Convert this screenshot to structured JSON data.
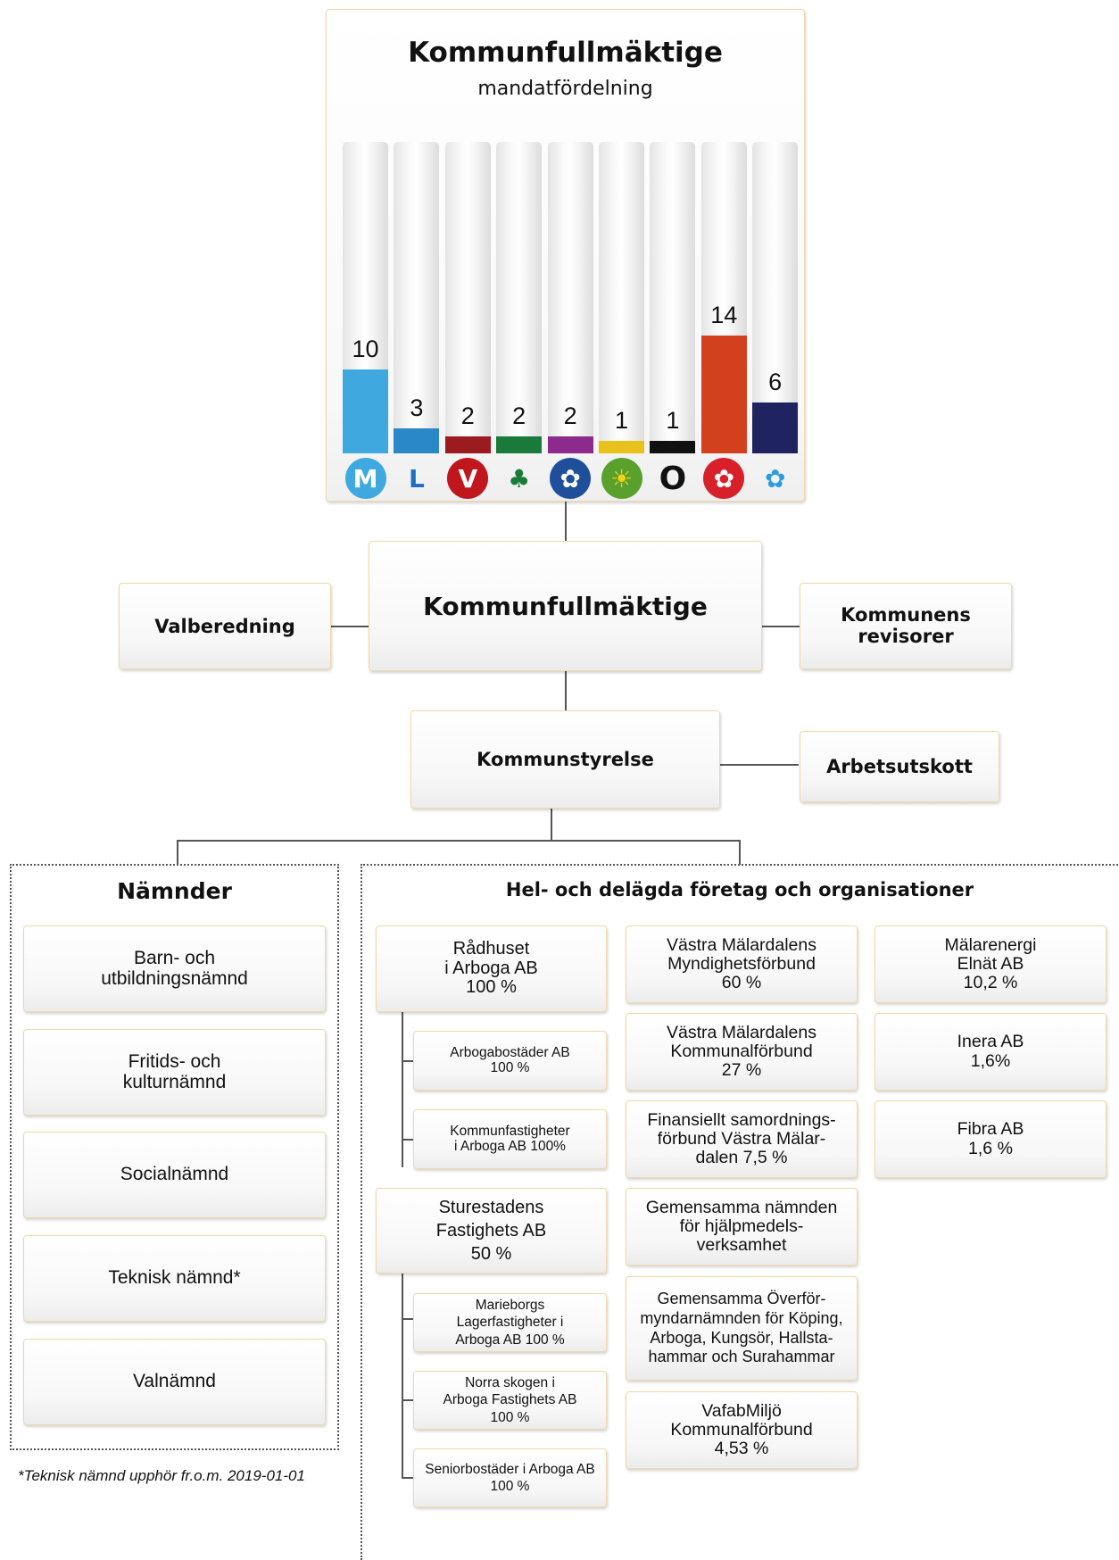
{
  "chart_data": {
    "type": "bar",
    "title": "Kommunfullmäktige",
    "subtitle": "mandatfördelning",
    "values": [
      10,
      3,
      2,
      2,
      2,
      1,
      1,
      14,
      6
    ],
    "colors": [
      "#3fa9df",
      "#2a87c8",
      "#9b1b1f",
      "#197a3a",
      "#8c2a8e",
      "#e8c21a",
      "#111111",
      "#d2401e",
      "#1f2460"
    ],
    "icons": [
      "moderaterna-icon",
      "liberalerna-icon",
      "vansterpartiet-icon",
      "centerpartiet-icon",
      "kristdemokraterna-icon",
      "miljopartiet-icon",
      "arbogapartiet-icon",
      "socialdemokraterna-icon",
      "sverigedemokraterna-icon"
    ],
    "ylim": [
      0,
      37
    ]
  },
  "org": {
    "main_title": "Kommunfullmäktige",
    "valberedning": "Valberedning",
    "revisorer": "Kommunens\nrevisorer",
    "kommunstyrelse": "Kommunstyrelse",
    "arbetsutskott": "Arbetsutskott"
  },
  "namnder": {
    "heading": "Nämnder",
    "items": [
      "Barn- och\nutbildningsnämnd",
      "Fritids- och\nkulturnämnd",
      "Socialnämnd",
      "Teknisk nämnd*",
      "Valnämnd"
    ],
    "footnote": "*Teknisk nämnd upphör fr.o.m. 2019-01-01"
  },
  "foretag": {
    "heading": "Hel- och delägda företag och organisationer",
    "col1": {
      "radhuset": "Rådhuset\ni Arboga AB\n100 %",
      "arbogabostader": "Arbogabostäder AB\n100 %",
      "kommunfastigheter": "Kommunfastigheter\ni Arboga AB 100%",
      "sturestadens": "Sturestadens\nFastighets AB\n50 %",
      "marieborgs": "Marieborgs\nLagerfastigheter i\nArboga AB 100 %",
      "norra_skogen": "Norra skogen i\nArboga Fastighets AB\n100 %",
      "seniorbostader": "Seniorbostäder i Arboga AB\n100 %"
    },
    "col2": [
      "Västra Mälardalens\nMyndighetsförbund\n60 %",
      "Västra Mälardalens\nKommunalförbund\n27 %",
      "Finansiellt samordnings-\nförbund Västra Mälar-\ndalen 7,5 %",
      "Gemensamma nämnden\nför hjälpmedels-\nverksamhet",
      "Gemensamma Överför-\nmyndarnämnden för Köping,\nArboga, Kungsör, Hallsta-\nhammar och Surahammar",
      "VafabMiljö\nKommunalförbund\n4,53 %"
    ],
    "col3": [
      "Mälarenergi\nElnät AB\n10,2 %",
      "Inera AB\n1,6%",
      "Fibra AB\n1,6 %"
    ]
  }
}
